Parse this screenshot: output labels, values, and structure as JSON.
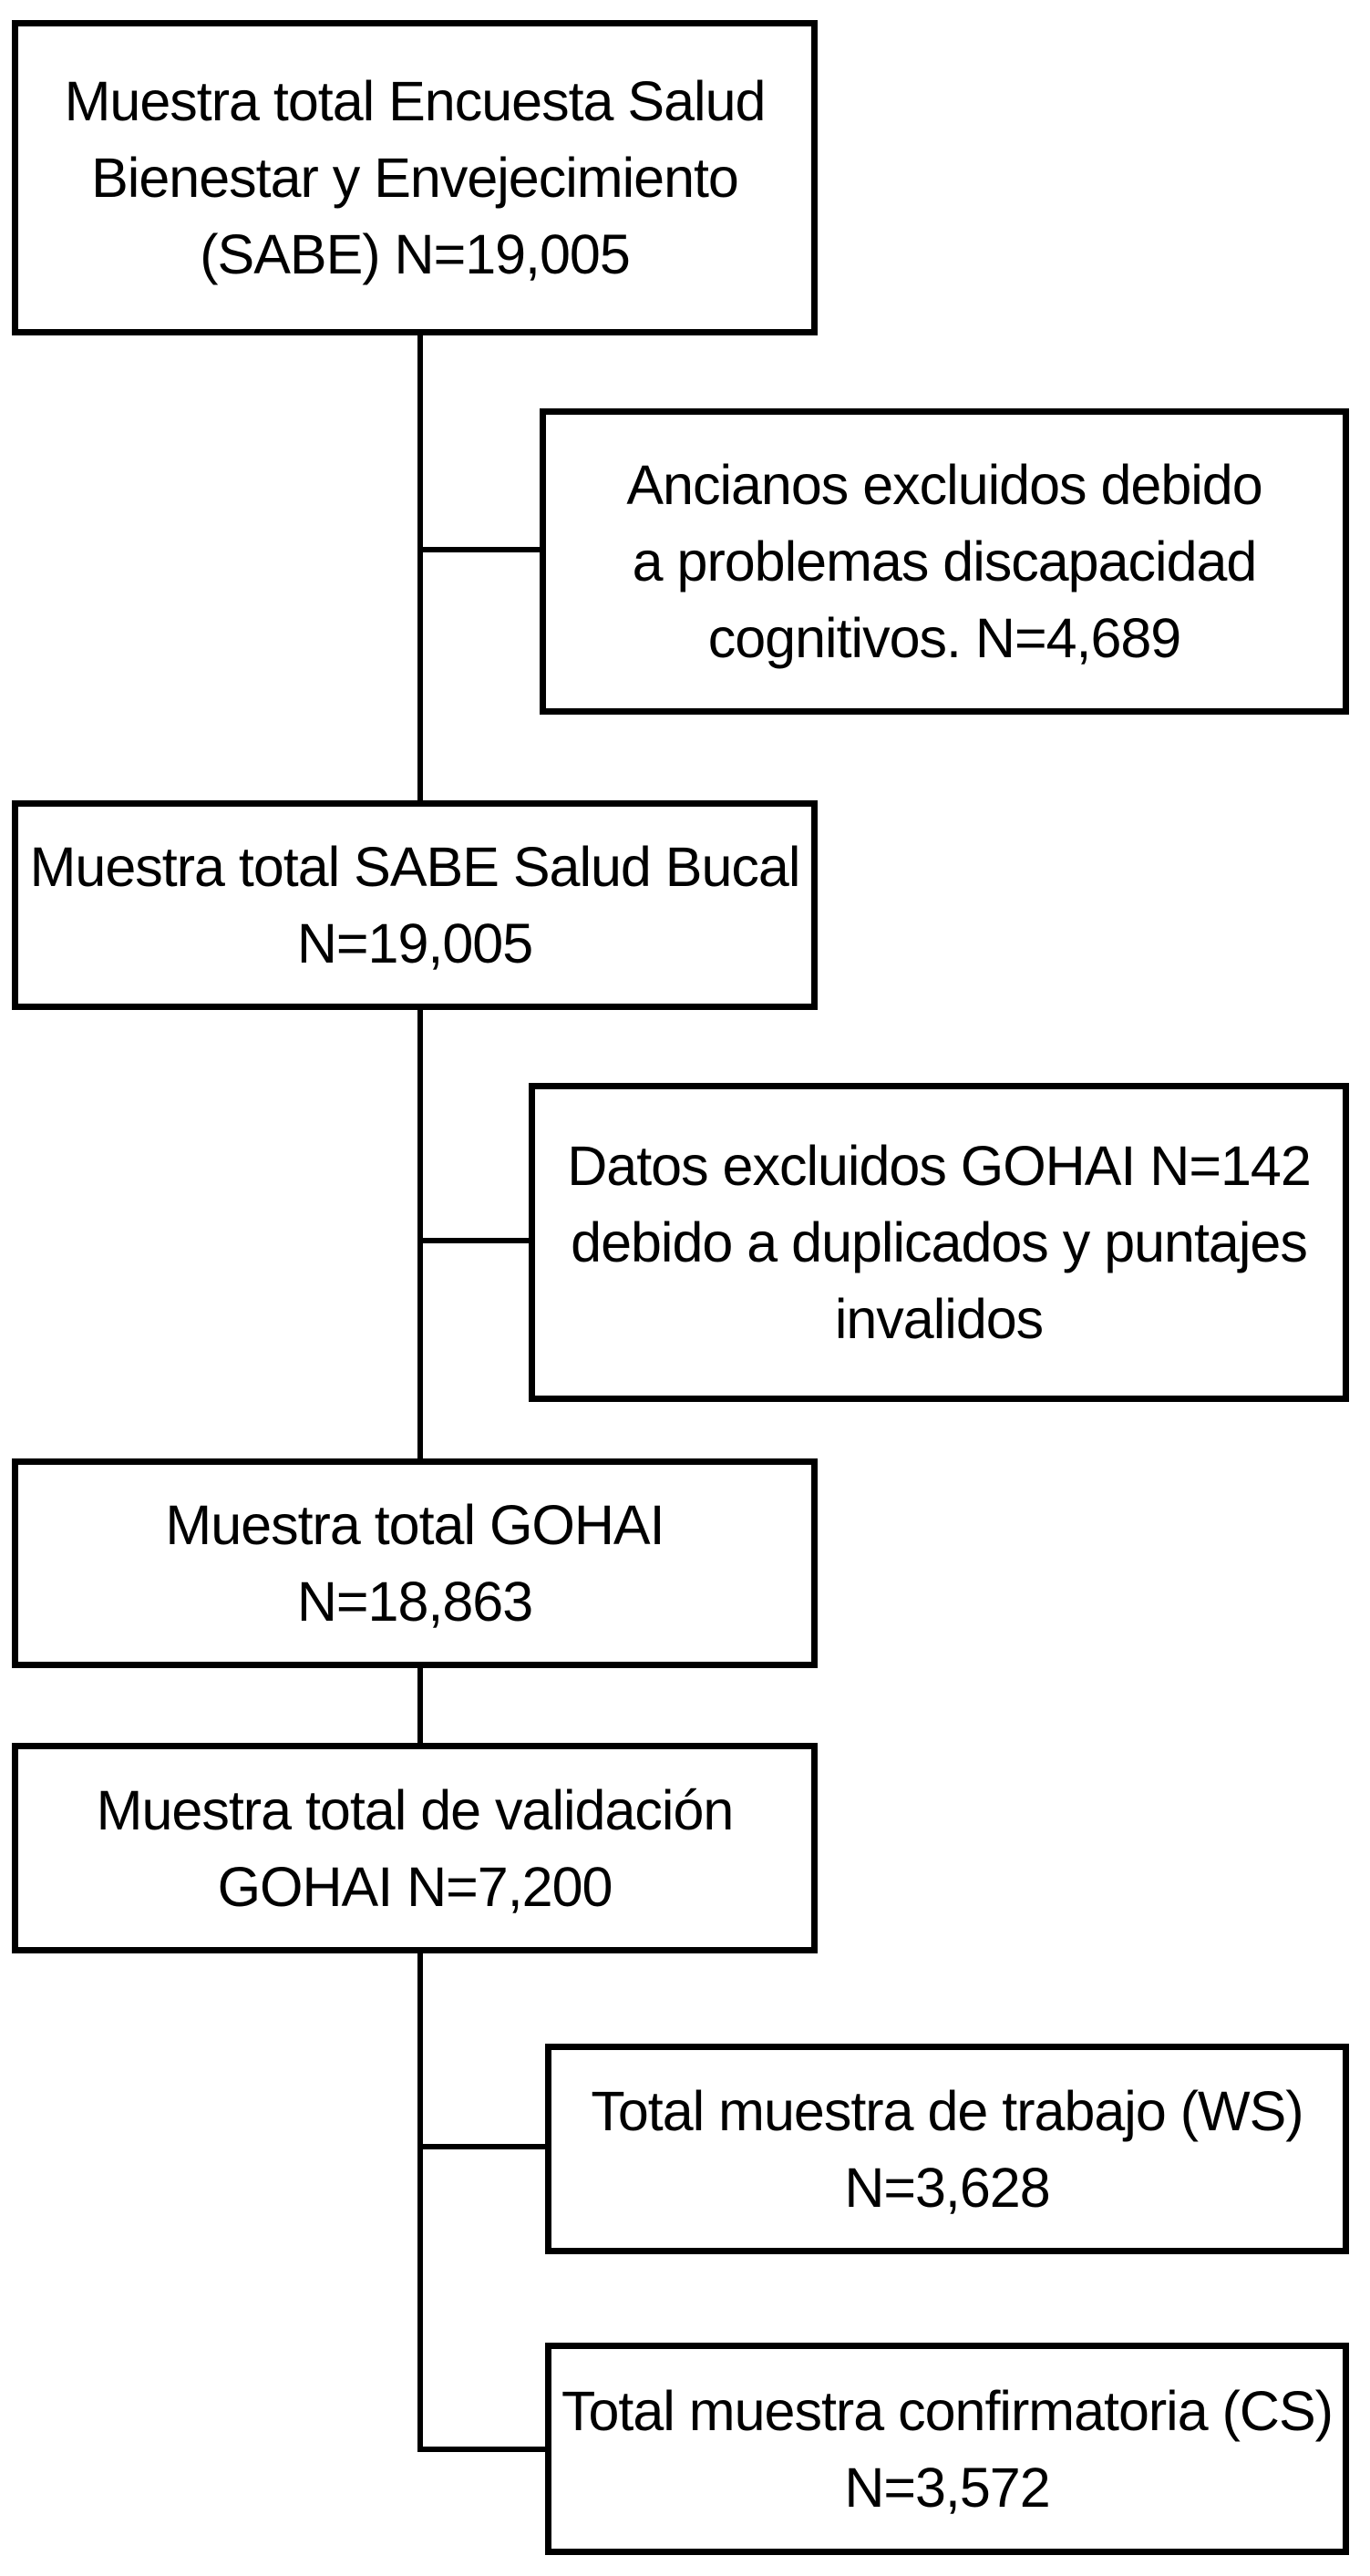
{
  "diagram": {
    "type": "flowchart",
    "subject": "study-sample-selection",
    "language": "es",
    "colors": {
      "background": "#ffffff",
      "box_border": "#000000",
      "box_fill": "#ffffff",
      "text": "#000000",
      "connector": "#000000"
    },
    "boxes": [
      {
        "id": "sabe_total",
        "role": "main-flow",
        "n": "19,005",
        "lines": [
          "Muestra total Encuesta Salud",
          "Bienestar y Envejecimiento",
          "(SABE) N=19,005"
        ]
      },
      {
        "id": "excluded_cognitive",
        "role": "exclusion-branch",
        "n": "4,689",
        "lines": [
          "Ancianos excluidos debido",
          "a problemas discapacidad",
          "cognitivos. N=4,689"
        ]
      },
      {
        "id": "sabe_salud_bucal_total",
        "role": "main-flow",
        "n": "19,005",
        "lines": [
          "Muestra total SABE Salud Bucal",
          "N=19,005"
        ]
      },
      {
        "id": "gohai_excluded",
        "role": "exclusion-branch",
        "n": "142",
        "lines": [
          "Datos excluidos GOHAI N=142",
          "debido a duplicados y puntajes",
          "invalidos"
        ]
      },
      {
        "id": "gohai_total",
        "role": "main-flow",
        "n": "18,863",
        "lines": [
          "Muestra total GOHAI",
          "N=18,863"
        ]
      },
      {
        "id": "gohai_validation_total",
        "role": "main-flow",
        "n": "7,200",
        "lines": [
          "Muestra total de validación",
          "GOHAI N=7,200"
        ]
      },
      {
        "id": "working_sample",
        "role": "terminal-branch",
        "n": "3,628",
        "lines": [
          "Total muestra de trabajo (WS)",
          "N=3,628"
        ]
      },
      {
        "id": "confirmatory_sample",
        "role": "terminal-branch",
        "n": "3,572",
        "lines": [
          "Total muestra confirmatoria (CS)",
          "N=3,572"
        ]
      }
    ],
    "connections": [
      {
        "from": "sabe_total",
        "to": "sabe_salud_bucal_total",
        "style": "vertical-main"
      },
      {
        "from": "sabe_total",
        "to": "excluded_cognitive",
        "style": "side-branch-right"
      },
      {
        "from": "sabe_salud_bucal_total",
        "to": "gohai_total",
        "style": "vertical-main"
      },
      {
        "from": "sabe_salud_bucal_total",
        "to": "gohai_excluded",
        "style": "side-branch-right"
      },
      {
        "from": "gohai_total",
        "to": "gohai_validation_total",
        "style": "vertical-main"
      },
      {
        "from": "gohai_validation_total",
        "to": "working_sample",
        "style": "side-branch-right"
      },
      {
        "from": "gohai_validation_total",
        "to": "confirmatory_sample",
        "style": "side-branch-right"
      }
    ]
  }
}
